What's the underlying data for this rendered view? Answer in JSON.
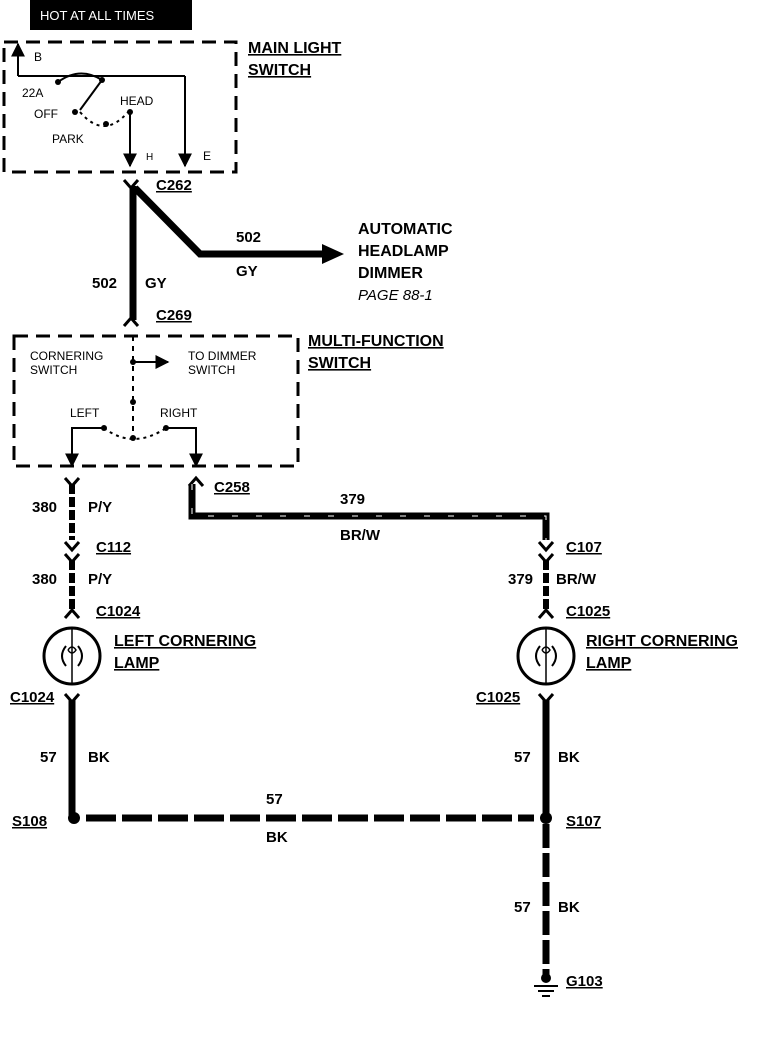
{
  "banner": "HOT AT ALL TIMES",
  "colors": {
    "ink": "#000000",
    "paper": "#ffffff"
  },
  "main_light_switch": {
    "title_line1": "MAIN LIGHT",
    "title_line2": "SWITCH",
    "term_b": "B",
    "term_22a": "22A",
    "pos_off": "OFF",
    "pos_park": "PARK",
    "pos_head": "HEAD",
    "term_h": "H",
    "term_e": "E"
  },
  "connectors": {
    "c262": "C262",
    "c269": "C269",
    "c258": "C258",
    "c112": "C112",
    "c107": "C107",
    "c1024_top": "C1024",
    "c1025_top": "C1025",
    "c1024_bottom": "C1024",
    "c1025_bottom": "C1025"
  },
  "dimmer": {
    "line1": "AUTOMATIC",
    "line2": "HEADLAMP",
    "line3": "DIMMER",
    "page": "PAGE 88-1"
  },
  "multi_function_switch": {
    "title_line1": "MULTI-FUNCTION",
    "title_line2": "SWITCH",
    "cornering_line1": "CORNERING",
    "cornering_line2": "SWITCH",
    "dimmer_line1": "TO DIMMER",
    "dimmer_line2": "SWITCH",
    "left": "LEFT",
    "right": "RIGHT"
  },
  "wires": {
    "w502_branch_num": "502",
    "w502_branch_color": "GY",
    "w502_main_num": "502",
    "w502_main_color": "GY",
    "w380a_num": "380",
    "w380a_color": "P/Y",
    "w380b_num": "380",
    "w380b_color": "P/Y",
    "w379_num": "379",
    "w379_color": "BR/W",
    "w379b_num": "379",
    "w379b_color": "BR/W",
    "w57_left_num": "57",
    "w57_left_color": "BK",
    "w57_right_num": "57",
    "w57_right_color": "BK",
    "w57_mid_num": "57",
    "w57_mid_color": "BK",
    "w57_ground_num": "57",
    "w57_ground_color": "BK"
  },
  "lamps": {
    "left_line1": "LEFT CORNERING",
    "left_line2": "LAMP",
    "right_line1": "RIGHT CORNERING",
    "right_line2": "LAMP"
  },
  "splices": {
    "s108": "S108",
    "s107": "S107"
  },
  "ground": {
    "g103": "G103"
  }
}
